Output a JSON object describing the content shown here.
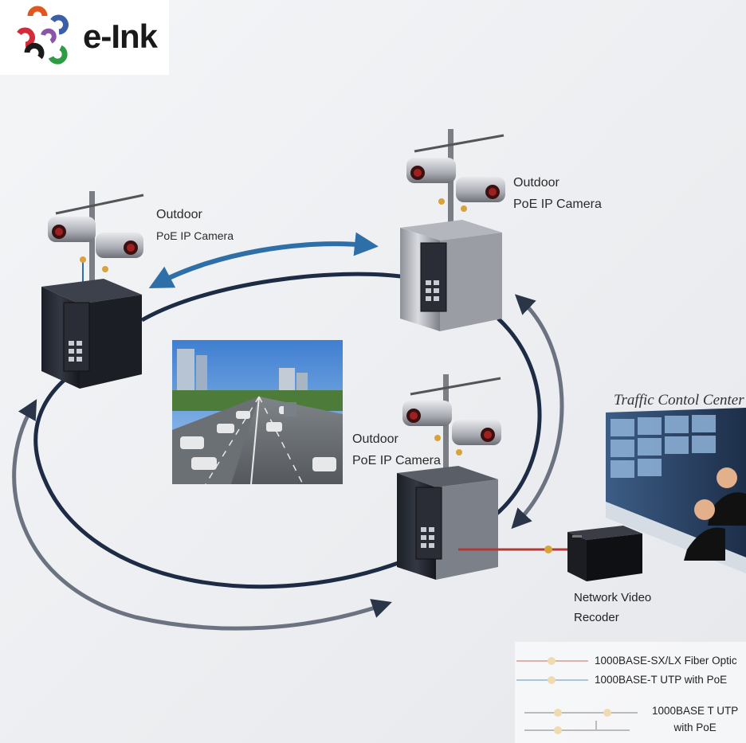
{
  "logo": {
    "brand_name": "e-Ink"
  },
  "cameras": [
    {
      "line1": "Outdoor",
      "line2": "PoE IP Camera"
    },
    {
      "line1": "Outdoor",
      "line2": "PoE IP Camera"
    },
    {
      "line1": "Outdoor",
      "line2": "PoE IP Camera"
    }
  ],
  "control_center": {
    "title": "Traffic Contol Center"
  },
  "nvr": {
    "line1": "Network Video",
    "line2": "Recoder"
  },
  "legend": {
    "items": [
      {
        "label": "1000BASE-SX/LX Fiber Optic",
        "color": "#b23a36"
      },
      {
        "label": "1000BASE-T UTP with PoE",
        "color": "#2f6fa8"
      },
      {
        "line1": "1000BASE T UTP",
        "line2": "with PoE",
        "color": "#555555"
      }
    ]
  },
  "colors": {
    "ring_cable": "#1d2b45",
    "arrow_blue": "#2f6fa8",
    "arrow_dark": "#2a3548",
    "connector": "#d9a23a"
  }
}
